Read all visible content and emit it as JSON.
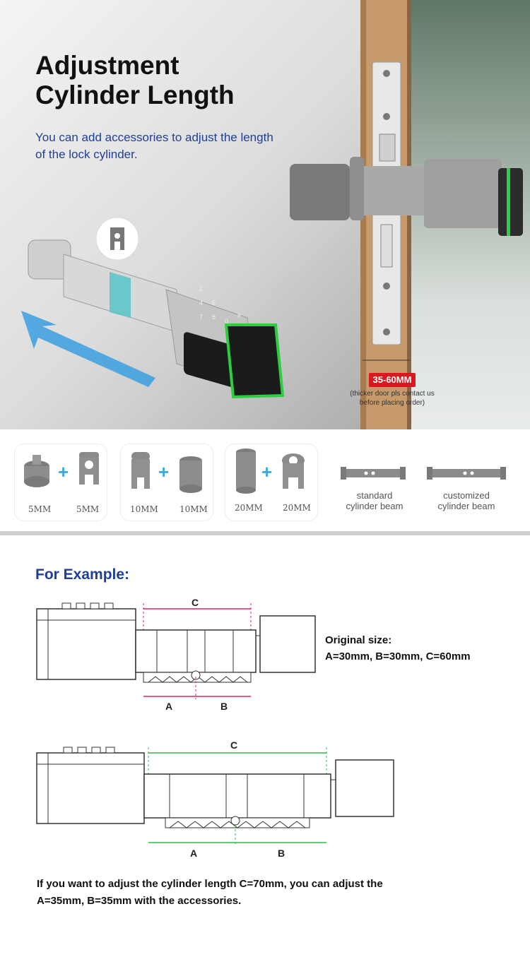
{
  "hero": {
    "title_line1": "Adjustment",
    "title_line2": "Cylinder Length",
    "subtitle": "You can add accessories to adjust the length of the lock cylinder.",
    "measure_badge": "35-60MM",
    "measure_note_line1": "(thicker door pls contact us",
    "measure_note_line2": "before placing order)",
    "keypad_keys": [
      "2",
      "4",
      "5",
      "7",
      "8",
      "0",
      "#"
    ],
    "led_color": "#2ecc40"
  },
  "accessories": {
    "pairs": [
      {
        "left_label": "5MM",
        "right_label": "5MM"
      },
      {
        "left_label": "10MM",
        "right_label": "10MM"
      },
      {
        "left_label": "20MM",
        "right_label": "20MM"
      }
    ],
    "plus_symbol": "+",
    "standard_beam_line1": "standard",
    "standard_beam_line2": "cylinder beam",
    "custom_beam_line1": "customized",
    "custom_beam_line2": "cylinder beam",
    "plus_color": "#3fa8dc"
  },
  "example": {
    "title": "For Example:",
    "original_heading": "Original size:",
    "original_values": "A=30mm, B=30mm, C=60mm",
    "diagram1": {
      "label_c": "C",
      "label_a": "A",
      "label_b": "B"
    },
    "diagram2": {
      "label_c": "C",
      "label_a": "A",
      "label_b": "B"
    },
    "footer_line1": "If you want to adjust the cylinder length C=70mm, you can adjust the",
    "footer_line2": "A=35mm, B=35mm with the accessories.",
    "dimension_line_color": "#e0245e",
    "dimension_line2_color": "#3cb44b"
  }
}
